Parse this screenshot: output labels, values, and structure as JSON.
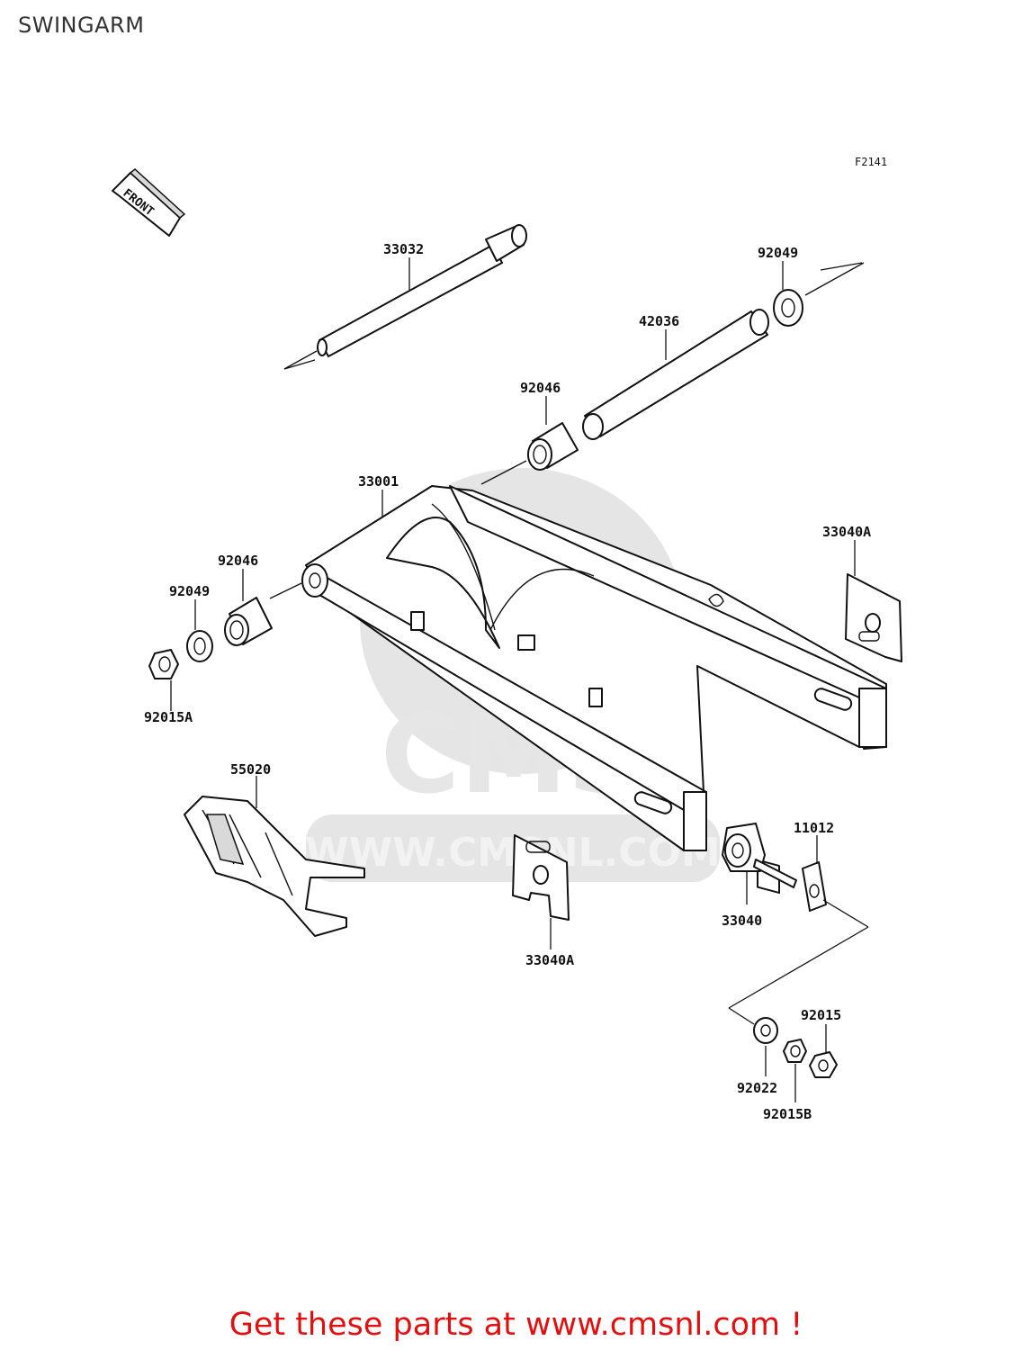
{
  "title": "SWINGARM",
  "figure_code": "F2141",
  "front_label": "FRONT",
  "watermark": {
    "brand": "CMS",
    "url": "WWW.CMSNL.COM"
  },
  "callouts": {
    "p33032": "33032",
    "p92049_top": "92049",
    "p42036": "42036",
    "p92046_top": "92046",
    "p33001": "33001",
    "p33040a_right": "33040A",
    "p92046_left": "92046",
    "p92049_left": "92049",
    "p92015a": "92015A",
    "p55020": "55020",
    "p11012": "11012",
    "p33040": "33040",
    "p33040a_bottom": "33040A",
    "p92015": "92015",
    "p92022": "92022",
    "p92015b": "92015B"
  },
  "cta": "Get these parts at www.cmsnl.com !",
  "colors": {
    "cta": "#e01010",
    "ink": "#111111",
    "watermark": "#cfcfcf"
  }
}
